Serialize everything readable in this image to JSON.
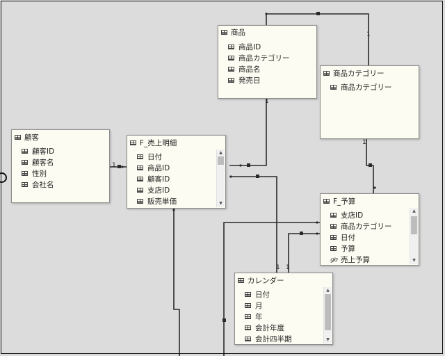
{
  "tables": {
    "shohin": {
      "title": "商品",
      "fields": [
        "商品ID",
        "商品カテゴリー",
        "商品名",
        "発売日"
      ]
    },
    "category": {
      "title": "商品カテゴリー",
      "fields": [
        "商品カテゴリー"
      ]
    },
    "kokyaku": {
      "title": "顧客",
      "fields": [
        "顧客ID",
        "顧客名",
        "性別",
        "会社名"
      ]
    },
    "uriage": {
      "title": "F_売上明細",
      "fields": [
        "日付",
        "商品ID",
        "顧客ID",
        "支店ID",
        "販売単価"
      ]
    },
    "yosan": {
      "title": "F_予算",
      "fields": [
        "支店ID",
        "商品カテゴリー",
        "日付",
        "予算"
      ],
      "measure": "売上予算"
    },
    "calendar": {
      "title": "カレンダー",
      "fields": [
        "日付",
        "月",
        "年",
        "会計年度",
        "会計四半期"
      ]
    }
  },
  "cardinality": {
    "one": "1"
  },
  "icons": {
    "table": "table-icon",
    "field": "field-icon",
    "measure": "measure-icon"
  },
  "colors": {
    "background": "#dcdcdc",
    "table_fill": "#fcfcf2",
    "line": "#2a2a2a"
  }
}
